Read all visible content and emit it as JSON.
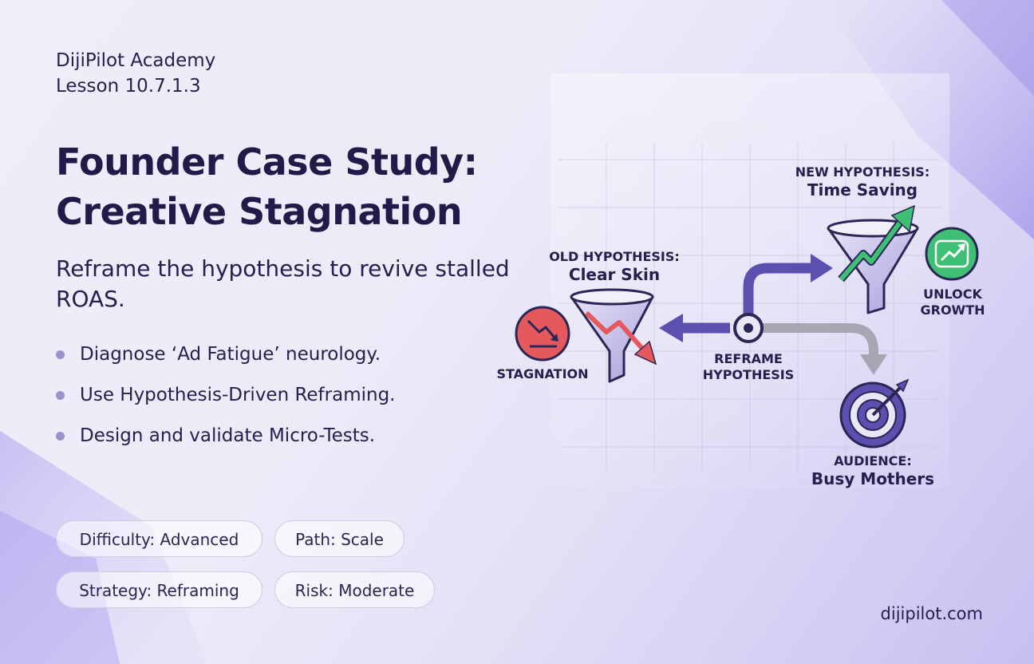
{
  "brand": {
    "name": "DijiPilot Academy",
    "lesson": "Lesson 10.7.1.3"
  },
  "title": {
    "line1": "Founder Case Study:",
    "line2": "Creative Stagnation"
  },
  "subtitle": "Reframe the hypothesis to revive stalled ROAS.",
  "bullets": [
    "Diagnose ‘Ad Fatigue’ neurology.",
    "Use Hypothesis-Driven Reframing.",
    "Design and validate Micro-Tests."
  ],
  "chips": [
    "Difficulty: Advanced",
    "Path: Scale",
    "Strategy: Reframing",
    "Risk: Moderate"
  ],
  "site": "dijipilot.com",
  "diagram": {
    "old_hypothesis": {
      "label": "OLD HYPOTHESIS:",
      "value": "Clear Skin"
    },
    "new_hypothesis": {
      "label": "NEW HYPOTHESIS:",
      "value": "Time Saving"
    },
    "stagnation": "STAGNATION",
    "reframe": {
      "line1": "REFRAME",
      "line2": "HYPOTHESIS"
    },
    "unlock": {
      "line1": "UNLOCK",
      "line2": "GROWTH"
    },
    "audience": {
      "label": "AUDIENCE:",
      "value": "Busy Mothers"
    },
    "icons": {
      "stagnation": "trend-down-icon",
      "growth": "trend-up-icon",
      "target": "target-icon",
      "old_funnel": "funnel-icon",
      "new_funnel": "funnel-icon"
    },
    "colors": {
      "red": "#e5585b",
      "green": "#3fbf73",
      "purple": "#5b4fb0",
      "gray": "#a7a6b2",
      "navy": "#2a2655"
    }
  }
}
